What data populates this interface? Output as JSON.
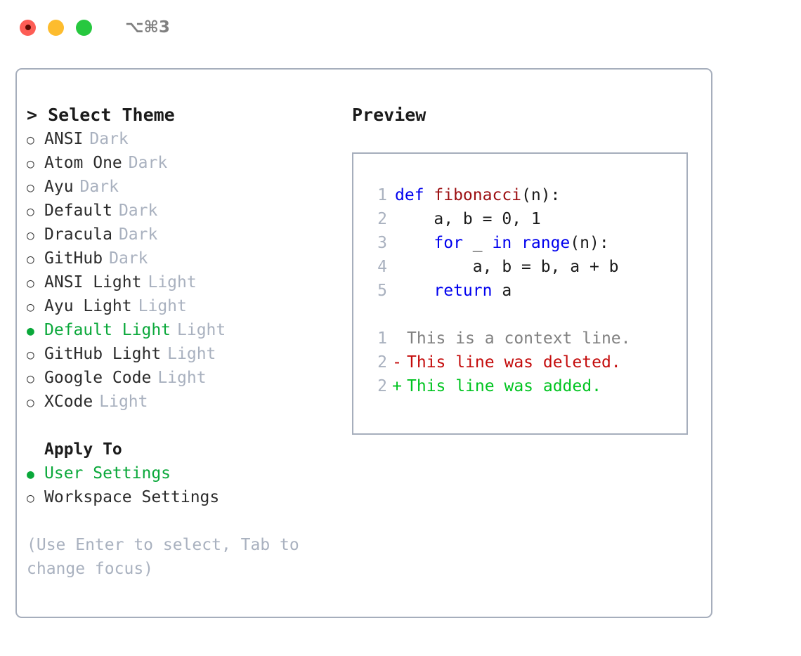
{
  "titlebar": {
    "lights": [
      {
        "name": "close",
        "color": "#fd5d55"
      },
      {
        "name": "minimize",
        "color": "#fdbc2e"
      },
      {
        "name": "zoom",
        "color": "#27c83f"
      }
    ],
    "shortcut": "⌥⌘3"
  },
  "theme_picker": {
    "header": "> Select Theme",
    "markers": {
      "selected": "●",
      "unselected": "○"
    },
    "selected_color": "#0aa83a",
    "suffix_color": "#a9b1bf",
    "items": [
      {
        "marker": "○",
        "label": "ANSI",
        "suffix": "Dark",
        "selected": false
      },
      {
        "marker": "○",
        "label": "Atom One",
        "suffix": "Dark",
        "selected": false
      },
      {
        "marker": "○",
        "label": "Ayu",
        "suffix": "Dark",
        "selected": false
      },
      {
        "marker": "○",
        "label": "Default",
        "suffix": "Dark",
        "selected": false
      },
      {
        "marker": "○",
        "label": "Dracula",
        "suffix": "Dark",
        "selected": false
      },
      {
        "marker": "○",
        "label": "GitHub",
        "suffix": "Dark",
        "selected": false
      },
      {
        "marker": "○",
        "label": "ANSI Light",
        "suffix": "Light",
        "selected": false
      },
      {
        "marker": "○",
        "label": "Ayu Light",
        "suffix": "Light",
        "selected": false
      },
      {
        "marker": "●",
        "label": "Default Light",
        "suffix": "Light",
        "selected": true
      },
      {
        "marker": "○",
        "label": "GitHub Light",
        "suffix": "Light",
        "selected": false
      },
      {
        "marker": "○",
        "label": "Google Code",
        "suffix": "Light",
        "selected": false
      },
      {
        "marker": "○",
        "label": "XCode",
        "suffix": "Light",
        "selected": false
      }
    ]
  },
  "apply_to": {
    "header": "Apply To",
    "items": [
      {
        "marker": "●",
        "label": "User Settings",
        "selected": true
      },
      {
        "marker": "○",
        "label": "Workspace Settings",
        "selected": false
      }
    ]
  },
  "hint": "(Use Enter to select, Tab to change focus)",
  "preview": {
    "title": "Preview",
    "code_lines": [
      {
        "number": "1",
        "tokens": [
          {
            "text": "def ",
            "type": "kw"
          },
          {
            "text": "fibonacci",
            "type": "fn"
          },
          {
            "text": "(n):",
            "type": "pl"
          }
        ]
      },
      {
        "number": "2",
        "tokens": [
          {
            "text": "    a, b = 0, 1",
            "type": "pl"
          }
        ]
      },
      {
        "number": "3",
        "tokens": [
          {
            "text": "    ",
            "type": "pl"
          },
          {
            "text": "for",
            "type": "kw"
          },
          {
            "text": " _ ",
            "type": "pl"
          },
          {
            "text": "in",
            "type": "kw"
          },
          {
            "text": " ",
            "type": "pl"
          },
          {
            "text": "range",
            "type": "kw"
          },
          {
            "text": "(n):",
            "type": "pl"
          }
        ]
      },
      {
        "number": "4",
        "tokens": [
          {
            "text": "        a, b = b, a + b",
            "type": "pl"
          }
        ]
      },
      {
        "number": "5",
        "tokens": [
          {
            "text": "    ",
            "type": "pl"
          },
          {
            "text": "return",
            "type": "kw"
          },
          {
            "text": " a",
            "type": "pl"
          }
        ]
      }
    ],
    "diff_lines": [
      {
        "number": "1",
        "marker": " ",
        "text": "This is a context line.",
        "kind": "context"
      },
      {
        "number": "2",
        "marker": "-",
        "text": "This line was deleted.",
        "kind": "deleted"
      },
      {
        "number": "2",
        "marker": "+",
        "text": "This line was added.",
        "kind": "added"
      }
    ],
    "colors": {
      "keyword": "#0000ee",
      "function": "#9c0f12",
      "plain": "#1b1b1b",
      "line_number": "#a9b1bf",
      "diff_context": "#808080",
      "diff_deleted": "#c40c0c",
      "diff_added": "#00c420"
    }
  }
}
